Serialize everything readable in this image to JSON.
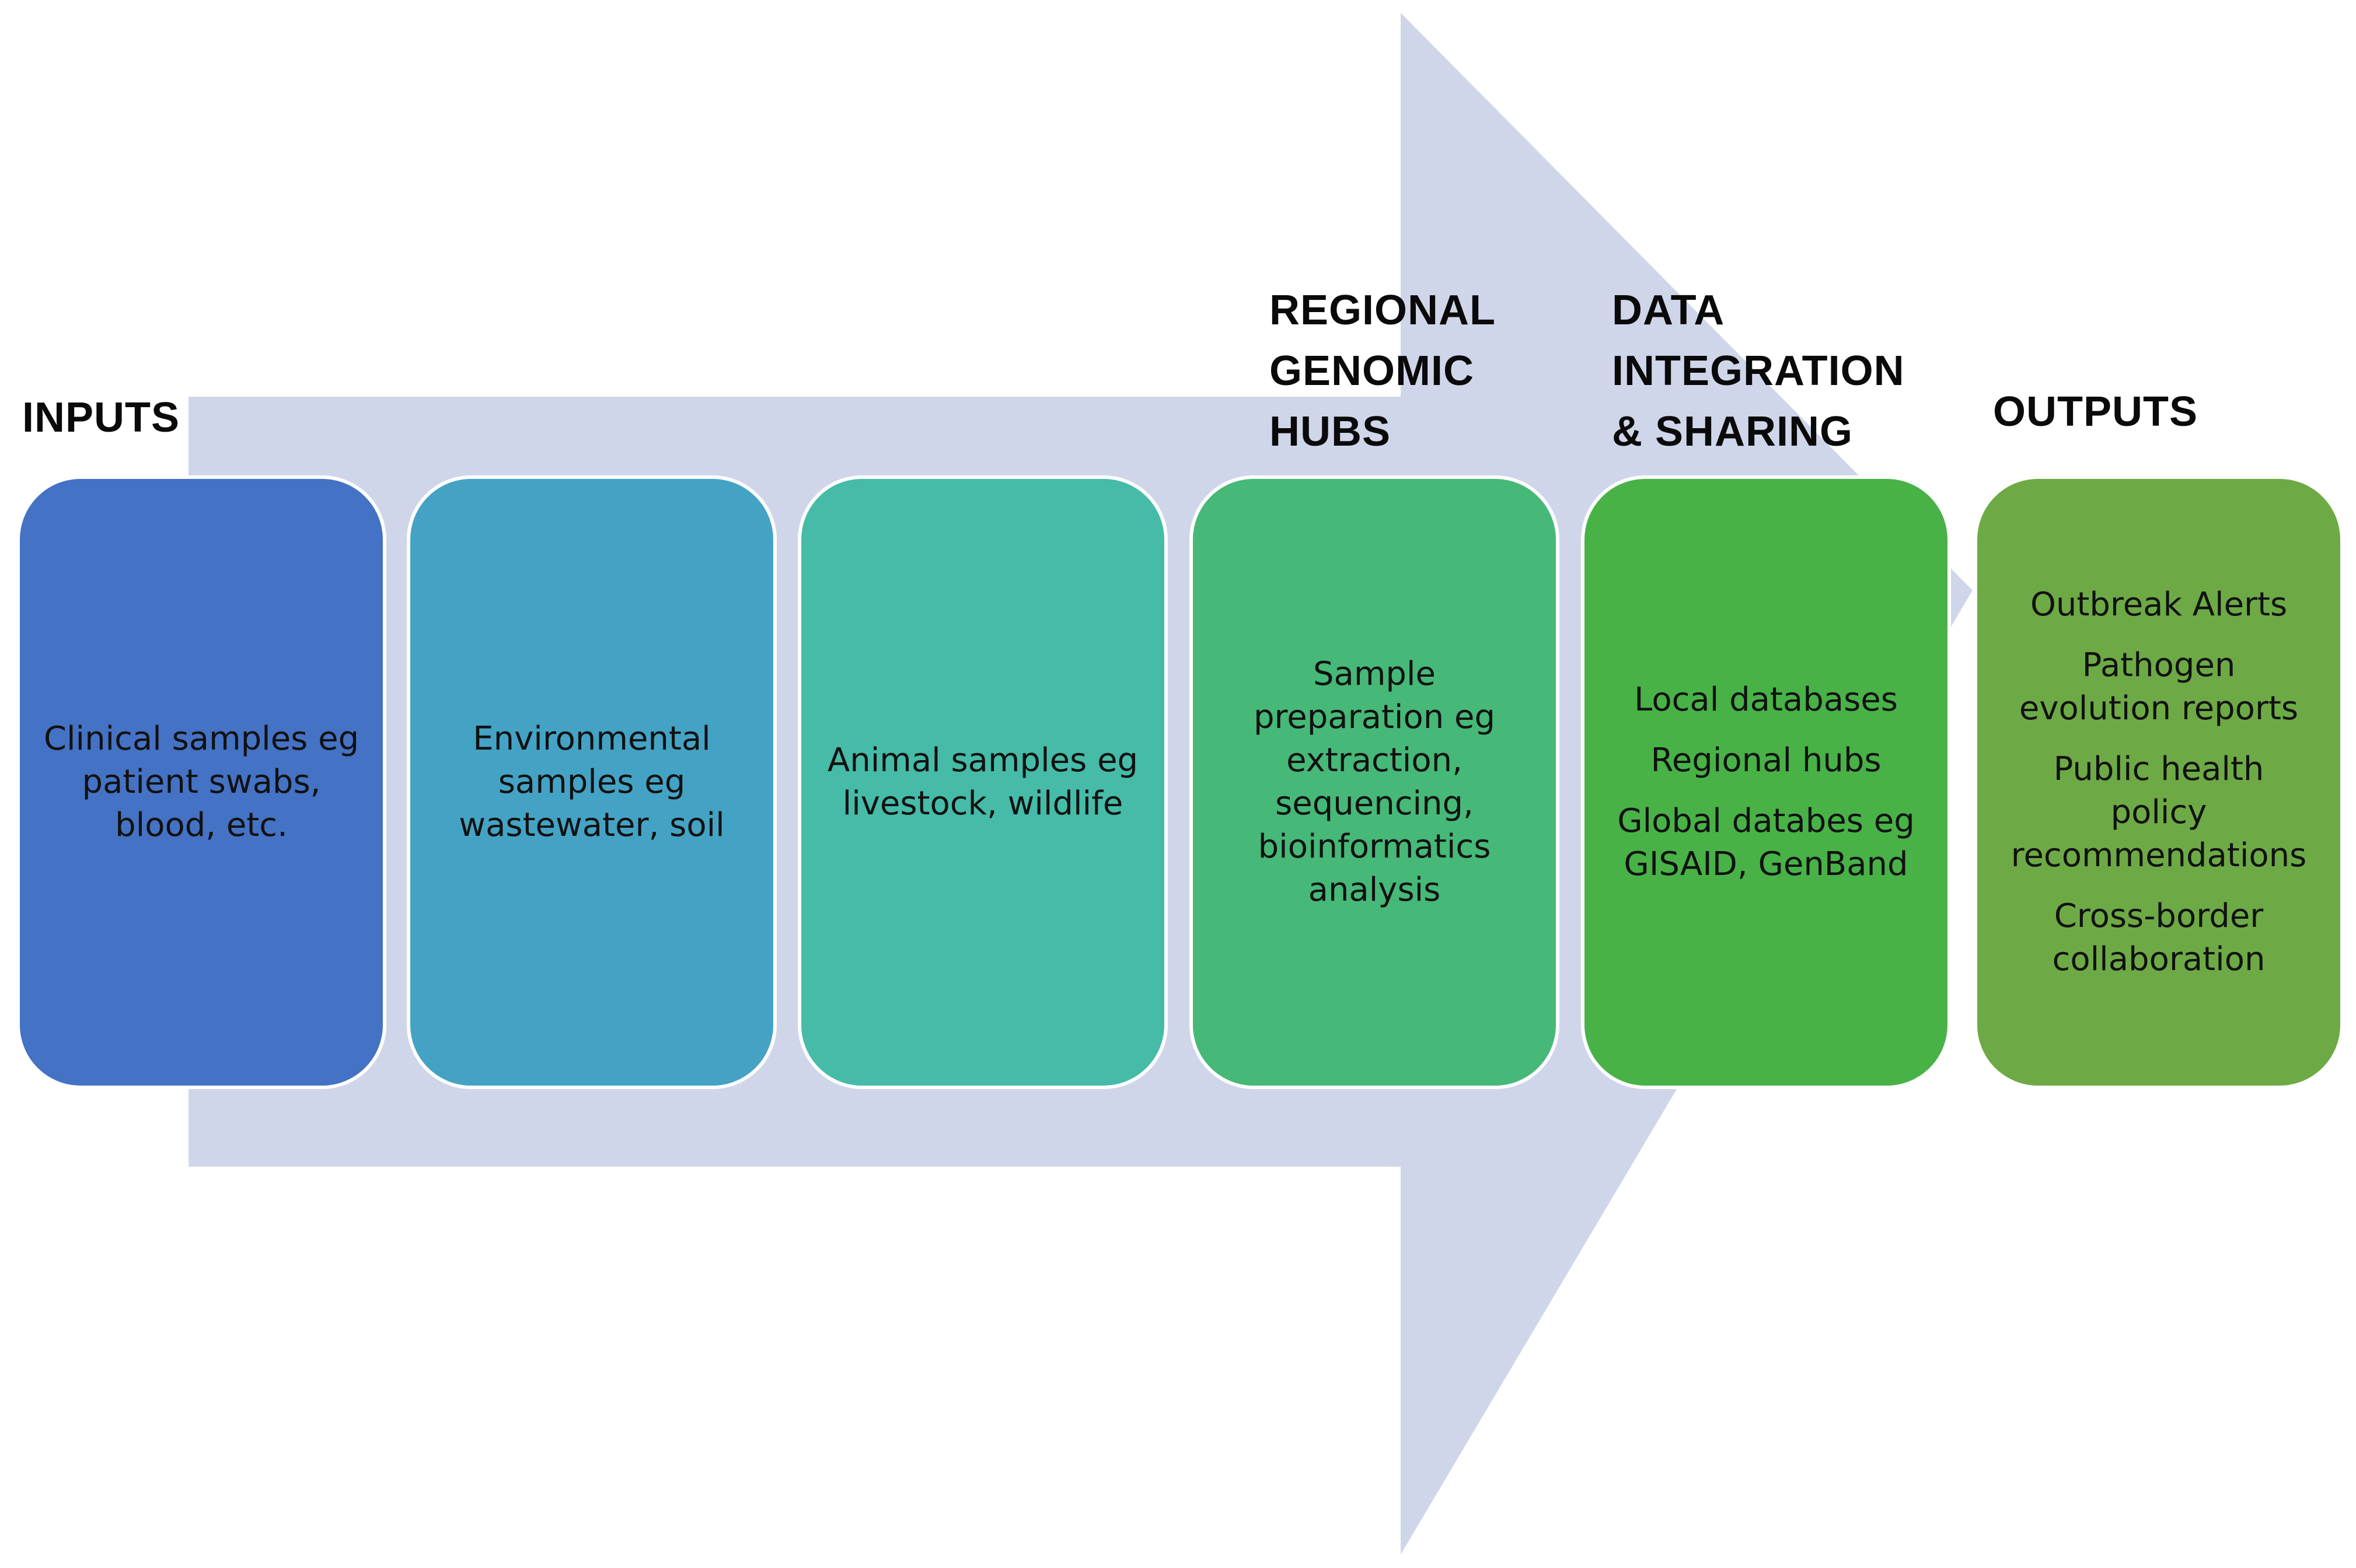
{
  "colors": {
    "arrow": "#d0d6ea",
    "box_1": "#4472c4",
    "box_2": "#44a3c4",
    "box_3": "#45bba8",
    "box_4": "#46b878",
    "box_5": "#48b247",
    "box_6": "#6daa45"
  },
  "headings": {
    "inputs": "INPUTS",
    "regional_genomic_hubs": "REGIONAL\nGENOMIC\nHUBS",
    "data_integration_sharing": "DATA\nINTEGRATION\n& SHARING",
    "outputs": "OUTPUTS"
  },
  "boxes": [
    {
      "lines": [
        "Clinical samples eg\npatient swabs,\nblood, etc."
      ]
    },
    {
      "lines": [
        "Environmental\nsamples eg\nwastewater, soil"
      ]
    },
    {
      "lines": [
        "Animal samples eg\nlivestock, wildlife"
      ]
    },
    {
      "lines": [
        "Sample\npreparation eg\nextraction,\nsequencing,\nbioinformatics\nanalysis"
      ]
    },
    {
      "lines": [
        "Local databases",
        "Regional hubs",
        "Global databes eg\nGISAID, GenBand"
      ]
    },
    {
      "lines": [
        "Outbreak Alerts",
        "Pathogen\nevolution reports",
        "Public health policy\nrecommendations",
        "Cross-border\ncollaboration"
      ]
    }
  ]
}
